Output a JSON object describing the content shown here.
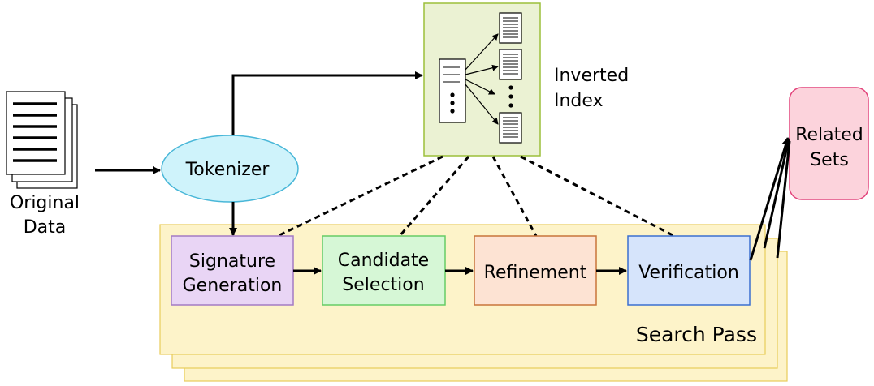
{
  "source": {
    "line1": "Original",
    "line2": "Data"
  },
  "tokenizer": {
    "label": "Tokenizer"
  },
  "index": {
    "line1": "Inverted",
    "line2": "Index"
  },
  "related": {
    "line1": "Related",
    "line2": "Sets"
  },
  "pipeline": {
    "pass_label": "Search Pass",
    "stages": [
      {
        "line1": "Signature",
        "line2": "Generation",
        "fill": "#e9d5f5",
        "stroke": "#a37bc4"
      },
      {
        "line1": "Candidate",
        "line2": "Selection",
        "fill": "#d6f7d6",
        "stroke": "#66cc66"
      },
      {
        "line1": "Refinement",
        "line2": "",
        "fill": "#fde3d3",
        "stroke": "#c8743a"
      },
      {
        "line1": "Verification",
        "line2": "",
        "fill": "#d6e4fb",
        "stroke": "#3b6fd0"
      }
    ]
  },
  "colors": {
    "pass_fill": "#fdf3c9",
    "pass_stroke": "#e8cc59",
    "index_fill": "#ebf2d3",
    "index_stroke": "#9cbf3a",
    "tokenizer_fill": "#cff3fb",
    "tokenizer_stroke": "#49b7d8",
    "related_fill": "#fcd3dc",
    "related_stroke": "#e2427a"
  }
}
